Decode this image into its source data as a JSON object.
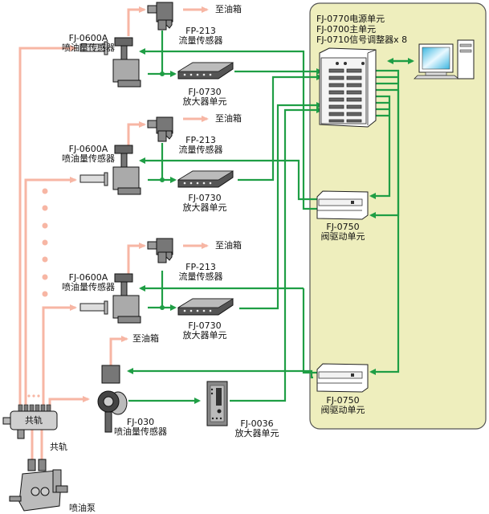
{
  "colors": {
    "fuel_line": "#f7b6a4",
    "signal_line": "#1f9e45",
    "control_panel_bg": "#eeeebd",
    "control_panel_border": "#555555"
  },
  "control_panel": {
    "lines": [
      "FJ-0770电源单元",
      "FJ-0700主单元",
      "FJ-0710信号调整器x 8"
    ]
  },
  "injector_sensors": [
    {
      "model": "FJ-0600A",
      "name": "喷油量传感器"
    },
    {
      "model": "FJ-0600A",
      "name": "喷油量传感器"
    },
    {
      "model": "FJ-0600A",
      "name": "喷油量传感器"
    }
  ],
  "flow_sensors": [
    {
      "model": "FP-213",
      "name": "流量传感器"
    },
    {
      "model": "FP-213",
      "name": "流量传感器"
    },
    {
      "model": "FP-213",
      "name": "流量传感器"
    }
  ],
  "amplifiers": [
    {
      "model": "FJ-0730",
      "name": "放大器单元"
    },
    {
      "model": "FJ-0730",
      "name": "放大器单元"
    },
    {
      "model": "FJ-0730",
      "name": "放大器单元"
    }
  ],
  "tank_label": "至油箱",
  "valve_drivers": [
    {
      "model": "FJ-0750",
      "name": "阀驱动单元"
    },
    {
      "model": "FJ-0750",
      "name": "阀驱动单元"
    }
  ],
  "fj030": {
    "model": "FJ-030",
    "name": "喷油量传感器"
  },
  "fj0036": {
    "model": "FJ-0036",
    "name": "放大器单元"
  },
  "common_rail": {
    "inner_label": "共轨",
    "label": "共轨"
  },
  "pump": {
    "label": "喷油泵"
  }
}
